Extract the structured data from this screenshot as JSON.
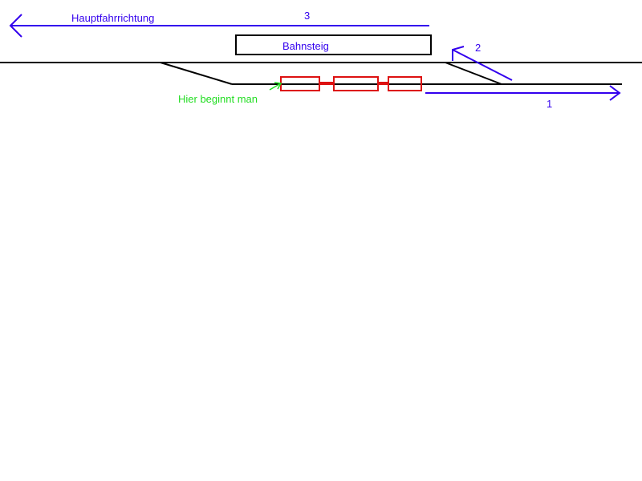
{
  "labels": {
    "main_direction": "Hauptfahrrichtung",
    "platform": "Bahnsteig",
    "start_hint": "Hier beginnt man",
    "step_1": "1",
    "step_2": "2",
    "step_3": "3"
  },
  "colors": {
    "track": "#000000",
    "train": "#dd1111",
    "arrows": "#3300ee",
    "hint": "#22dd22"
  },
  "train": {
    "car_count": 3
  }
}
